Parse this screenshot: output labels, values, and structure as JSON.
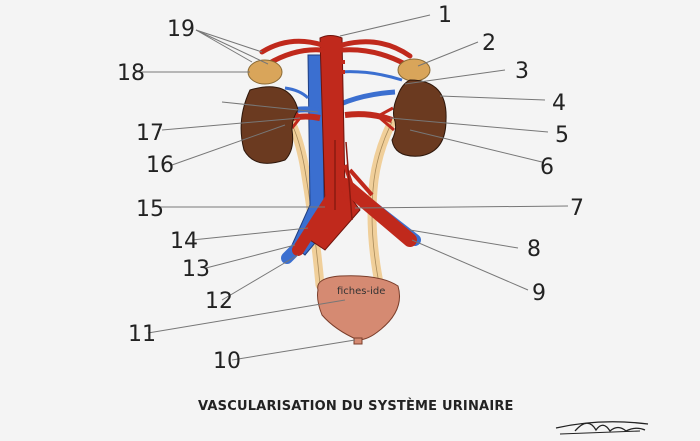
{
  "title": "VASCULARISATION DU SYSTÈME URINAIRE",
  "watermark": "fiches-ide",
  "labels": [
    "1",
    "2",
    "3",
    "4",
    "5",
    "6",
    "7",
    "8",
    "9",
    "10",
    "11",
    "12",
    "13",
    "14",
    "15",
    "16",
    "17",
    "18",
    "19"
  ],
  "colors": {
    "artery": "#c0291c",
    "vein": "#3b6fd0",
    "kidney": "#6b3a20",
    "ureter": "#f0cf9a",
    "adrenal": "#d9a55a",
    "bladder": "#d58a72",
    "background": "#f4f4f4"
  }
}
